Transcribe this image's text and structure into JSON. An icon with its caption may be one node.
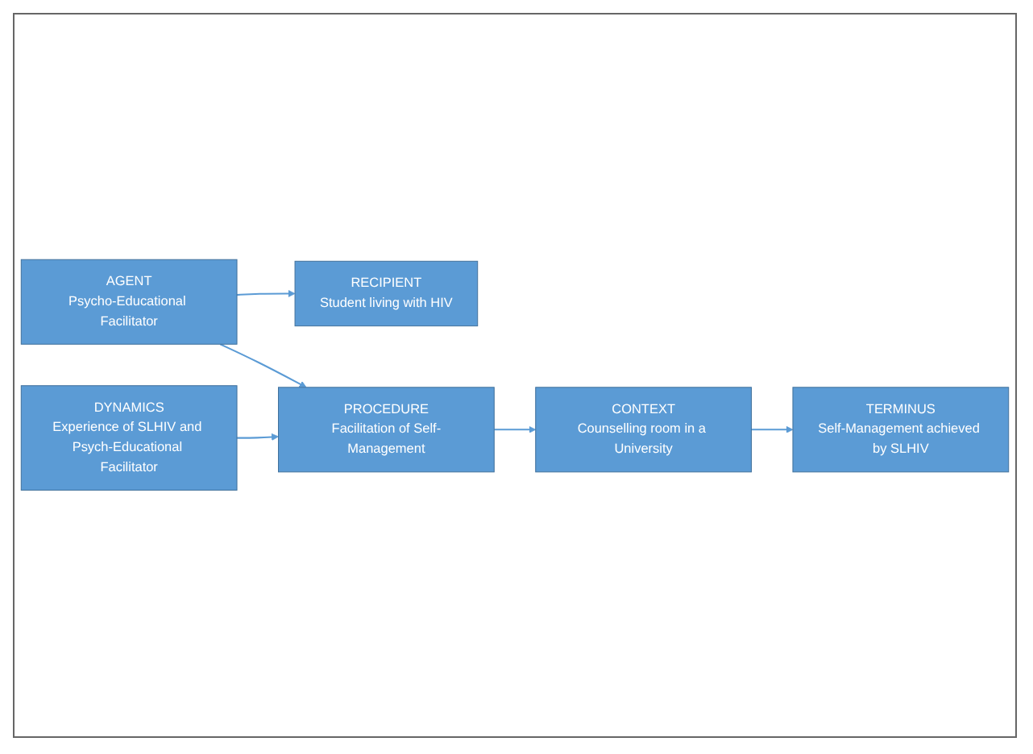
{
  "diagram": {
    "nodes": [
      {
        "text": [
          "AGENT",
          "Psycho-Educational Facilitator"
        ]
      },
      {
        "text": [
          "RECIPIENT",
          "Student living with HIV"
        ]
      },
      {
        "text": [
          "DYNAMICS",
          "Experience of SLHIV and Psych-Educational Facilitator"
        ]
      },
      {
        "text": [
          "PROCEDURE",
          "Facilitation of Self-Management"
        ]
      },
      {
        "text": [
          "TERMINUS",
          "Self-Management achieved by SLHIV"
        ]
      },
      {
        "text": [
          "CONTEXT",
          "Counselling room in a University"
        ]
      }
    ],
    "edges": [
      {
        "from": 0,
        "to": 1,
        "arrow": "to"
      },
      {
        "from": 0,
        "to": 3,
        "arrow": "to"
      },
      {
        "from": 2,
        "to": 3,
        "arrow": "to"
      },
      {
        "from": 3,
        "to": 5,
        "arrow": "to"
      },
      {
        "from": 5,
        "to": 4,
        "arrow": "to"
      }
    ]
  }
}
